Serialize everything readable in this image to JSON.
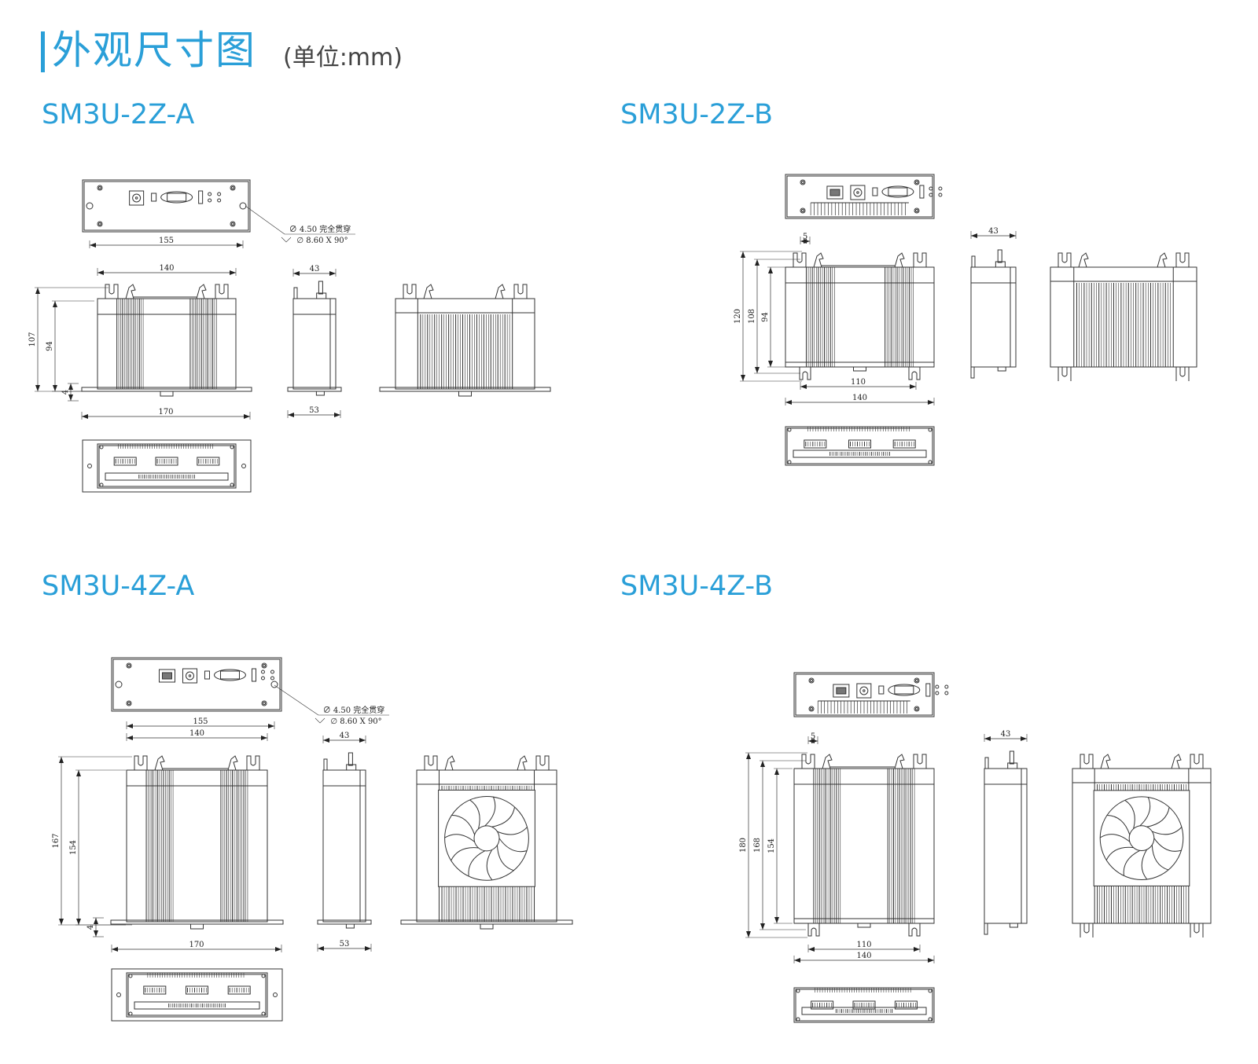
{
  "header": {
    "title": "外观尺寸图",
    "unit": "(单位:mm)"
  },
  "accent_color": "#2a9fd8",
  "models": [
    {
      "name": "SM3U-2Z-A",
      "dims": {
        "panel_width": "155",
        "hole_note_1": "∅ 4.50 完全贯穿",
        "hole_note_2": "∅ 8.60 X 90°",
        "body_width": "140",
        "total_height": "107",
        "body_height": "94",
        "flange_thickness": "4",
        "flange_width": "170",
        "side_width": "43",
        "side_flange_width": "53"
      }
    },
    {
      "name": "SM3U-2Z-B",
      "dims": {
        "clip_width": "5",
        "total_height": "120",
        "mid_height": "108",
        "body_height": "94",
        "side_width": "43",
        "hole_spacing": "110",
        "body_width": "140"
      }
    },
    {
      "name": "SM3U-4Z-A",
      "dims": {
        "panel_width": "155",
        "hole_note_1": "∅ 4.50 完全贯穿",
        "hole_note_2": "∅ 8.60 X 90°",
        "body_width": "140",
        "total_height": "167",
        "body_height": "154",
        "flange_thickness": "4",
        "flange_width": "170",
        "side_width": "43",
        "side_flange_width": "53"
      }
    },
    {
      "name": "SM3U-4Z-B",
      "dims": {
        "clip_width": "5",
        "total_height": "180",
        "mid_height": "168",
        "body_height": "154",
        "side_width": "43",
        "hole_spacing": "110",
        "body_width": "140"
      }
    }
  ]
}
